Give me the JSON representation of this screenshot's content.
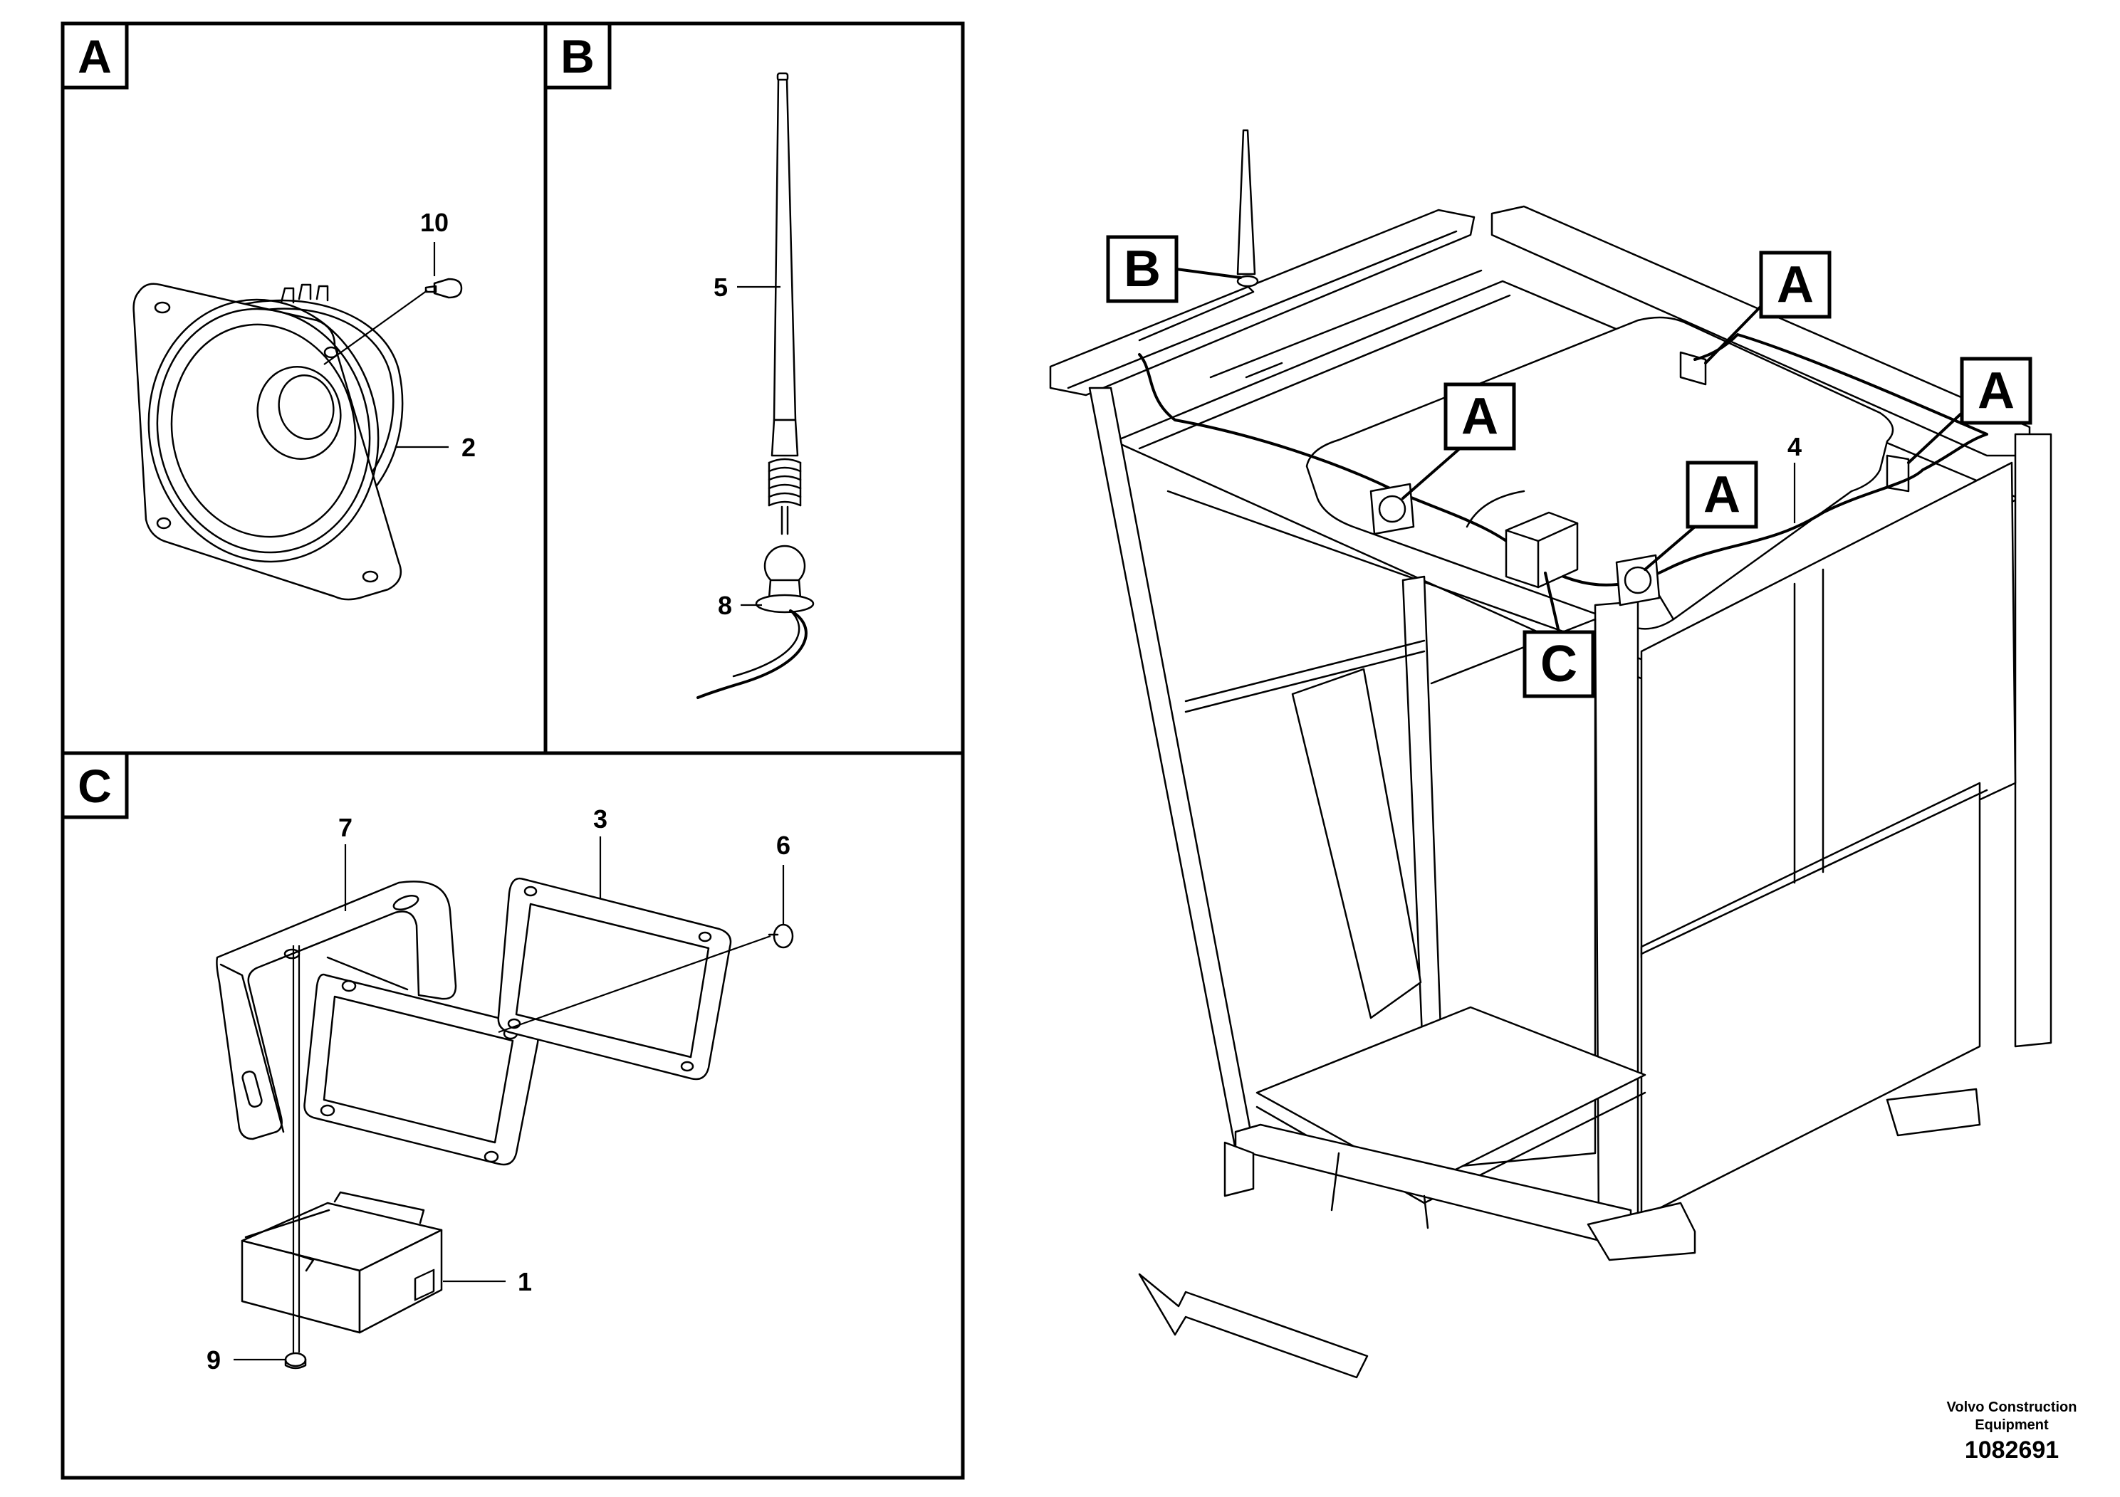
{
  "panels": {
    "a": {
      "letter": "A"
    },
    "b": {
      "letter": "B"
    },
    "c": {
      "letter": "C"
    }
  },
  "part_numbers": {
    "p1": "1",
    "p2": "2",
    "p3": "3",
    "p4": "4",
    "p5": "5",
    "p6": "6",
    "p7": "7",
    "p8": "8",
    "p9": "9",
    "p10": "10"
  },
  "callouts": {
    "b": "B",
    "a_top_left": "A",
    "a_top_right": "A",
    "a_right": "A",
    "a_center": "A",
    "c": "C"
  },
  "footer": {
    "company_line1": "Volvo Construction",
    "company_line2": "Equipment",
    "drawing_number": "1082691"
  }
}
